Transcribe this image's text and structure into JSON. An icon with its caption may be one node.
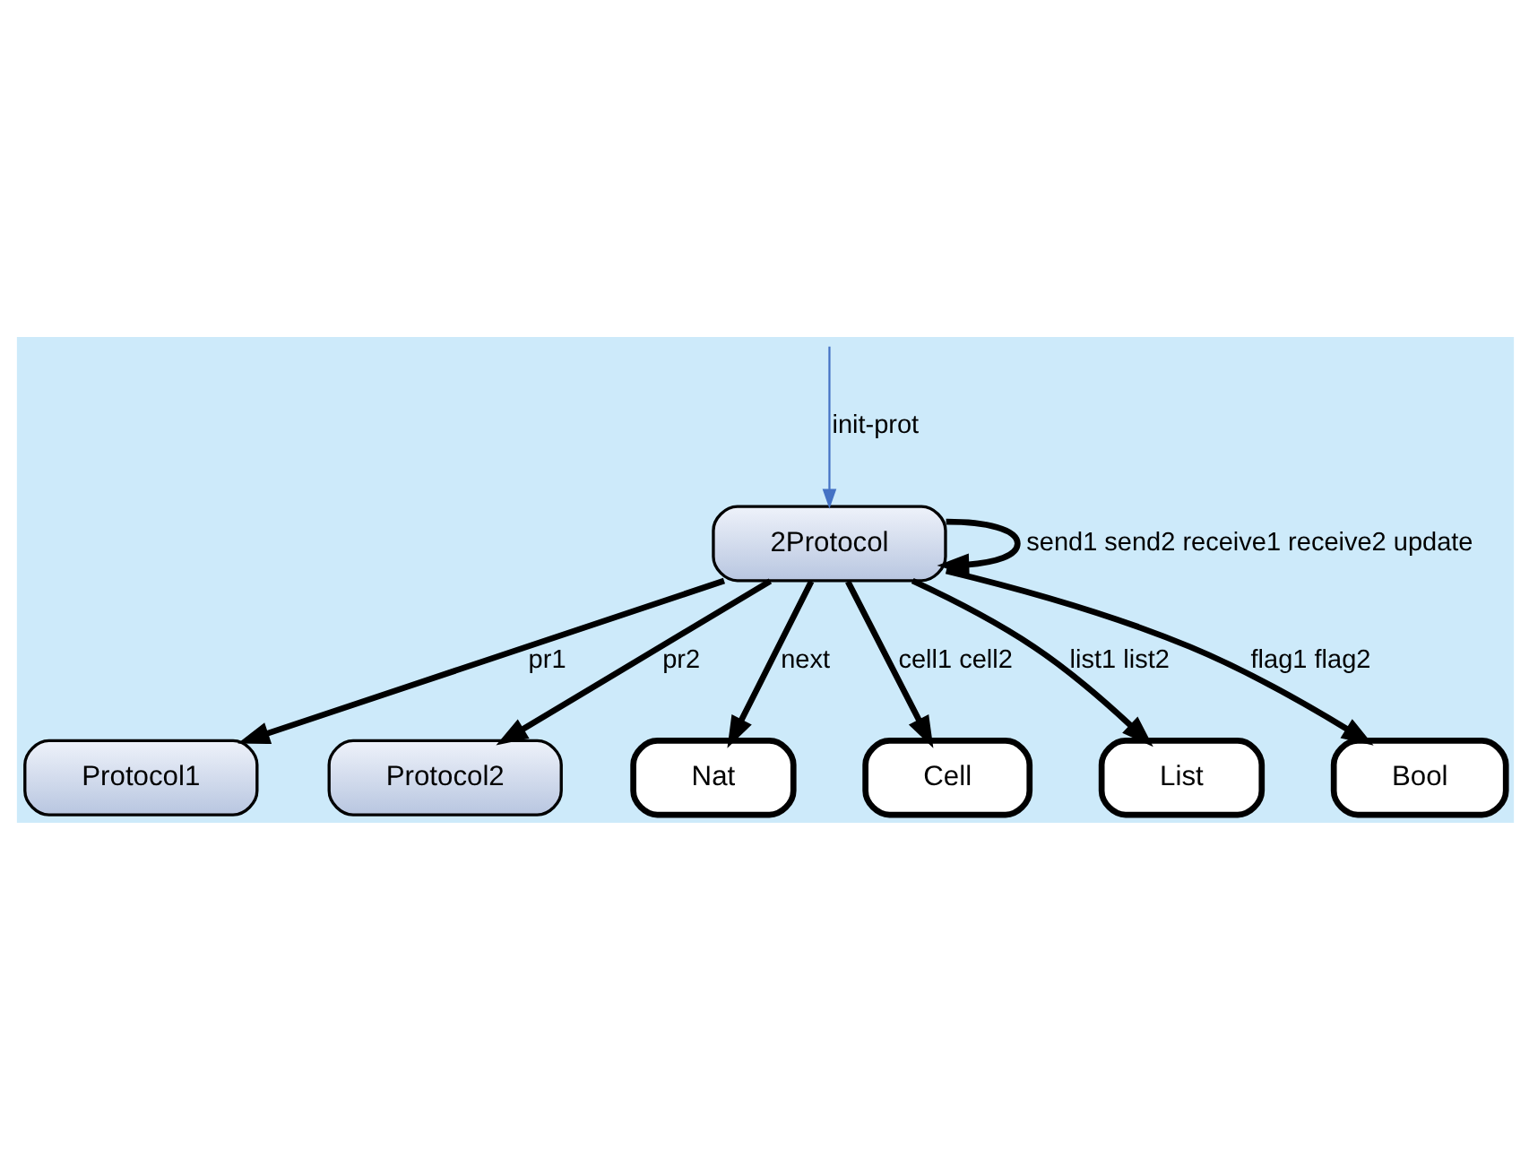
{
  "diagram": {
    "nodes": [
      {
        "text": [
          "2Protocol"
        ]
      },
      {
        "text": [
          "Protocol1"
        ]
      },
      {
        "text": [
          "Protocol2"
        ]
      },
      {
        "text": [
          "Nat"
        ]
      },
      {
        "text": [
          "Cell"
        ]
      },
      {
        "text": [
          "List"
        ]
      },
      {
        "text": [
          "Bool"
        ]
      }
    ],
    "edges": [
      {
        "from": null,
        "to": 0,
        "arrow": "to",
        "label": "init-prot",
        "color": "#4472c4"
      },
      {
        "from": 0,
        "to": 0,
        "arrow": "to",
        "label": "send1 send2 receive1 receive2 update"
      },
      {
        "from": 0,
        "to": 1,
        "arrow": "to",
        "label": "pr1"
      },
      {
        "from": 0,
        "to": 2,
        "arrow": "to",
        "label": "pr2"
      },
      {
        "from": 0,
        "to": 3,
        "arrow": "to",
        "label": "next"
      },
      {
        "from": 0,
        "to": 4,
        "arrow": "to",
        "label": "cell1 cell2"
      },
      {
        "from": 0,
        "to": 5,
        "arrow": "to",
        "label": "list1 list2"
      },
      {
        "from": 0,
        "to": 6,
        "arrow": "to",
        "label": "flag1 flag2"
      }
    ]
  }
}
